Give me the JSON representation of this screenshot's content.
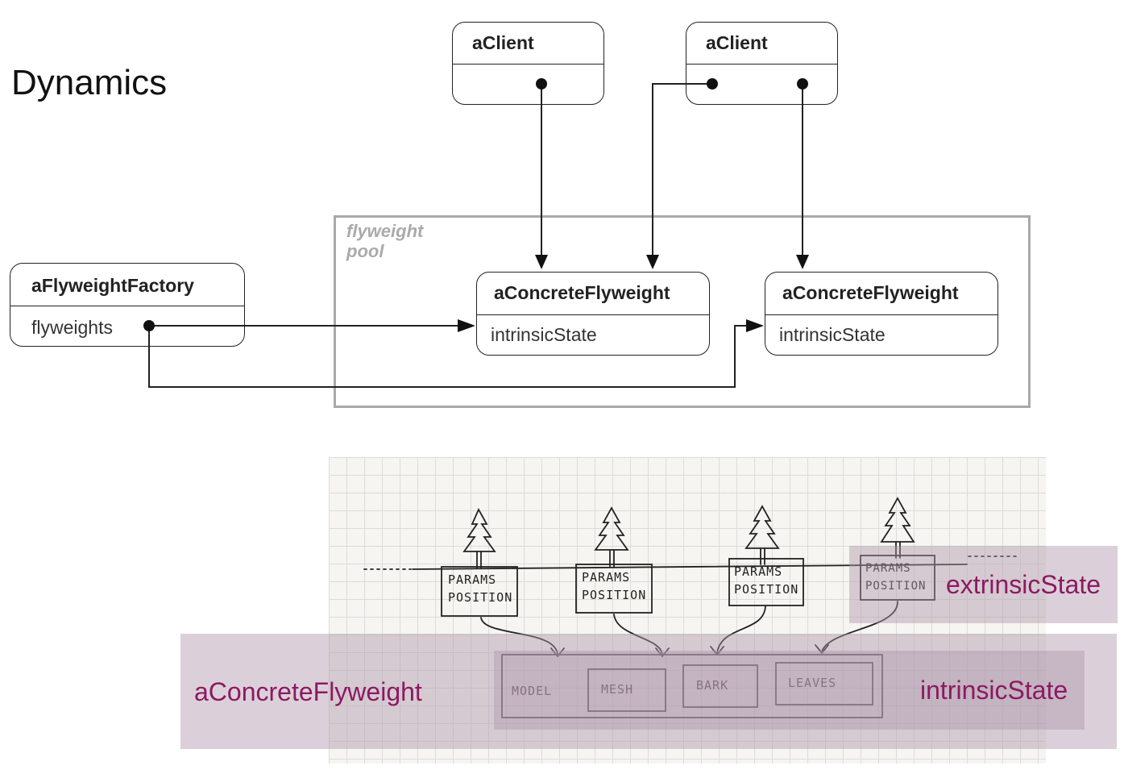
{
  "title": "Dynamics",
  "diagram": {
    "clients": [
      {
        "name": "aClient"
      },
      {
        "name": "aClient"
      }
    ],
    "factory": {
      "name": "aFlyweightFactory",
      "attribute": "flyweights"
    },
    "pool_label": [
      "flyweight",
      "pool"
    ],
    "flyweights": [
      {
        "name": "aConcreteFlyweight",
        "attribute": "intrinsicState"
      },
      {
        "name": "aConcreteFlyweight",
        "attribute": "intrinsicState"
      }
    ]
  },
  "sketch": {
    "params": [
      {
        "line1": "PARAMS",
        "line2": "POSITION"
      },
      {
        "line1": "PARAMS",
        "line2": "POSITION"
      },
      {
        "line1": "PARAMS",
        "line2": "POSITION"
      },
      {
        "line1": "PARAMS",
        "line2": "POSITION"
      }
    ],
    "model_label": "MODEL",
    "parts": [
      "MESH",
      "BARK",
      "LEAVES"
    ]
  },
  "annotations": {
    "extrinsic": "extrinsicState",
    "concrete": "aConcreteFlyweight",
    "intrinsic": "intrinsicState"
  },
  "colors": {
    "annotation_text": "#8b1a62",
    "highlight": "#b096aa",
    "pool_border": "#a9a9a9"
  }
}
